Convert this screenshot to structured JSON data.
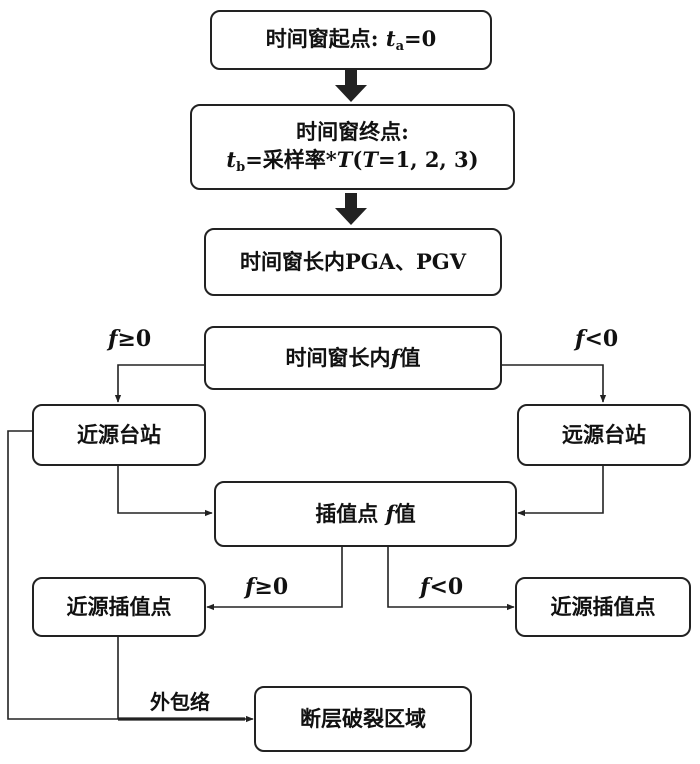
{
  "nodes": {
    "start": {
      "label": "时间窗起点: ",
      "var": "t",
      "sub": "a",
      "eq": "=0"
    },
    "end": {
      "line1": "时间窗终点:",
      "var": "t",
      "sub": "b",
      "eq": "=采样率*",
      "T1": "T",
      "paren_open": "(",
      "T2": "T",
      "values": "=1, 2, 3)"
    },
    "pga_pgv": "时间窗长内PGA、PGV",
    "f_window": {
      "prefix": "时间窗长内",
      "var": "f",
      "suffix": "值"
    },
    "near_station": "近源台站",
    "far_station": "远源台站",
    "interp_f": {
      "prefix": "插值点 ",
      "var": "f",
      "suffix": "值"
    },
    "near_interp_left": "近源插值点",
    "near_interp_right": "近源插值点",
    "rupture_area": "断层破裂区域"
  },
  "labels": {
    "f_ge_left": {
      "var": "f",
      "op": "≥0"
    },
    "f_lt_right": {
      "var": "f",
      "op": "<0"
    },
    "f_ge_mid": {
      "var": "f",
      "op": "≥0"
    },
    "f_lt_mid": {
      "var": "f",
      "op": "<0"
    },
    "envelope": "外包络"
  }
}
